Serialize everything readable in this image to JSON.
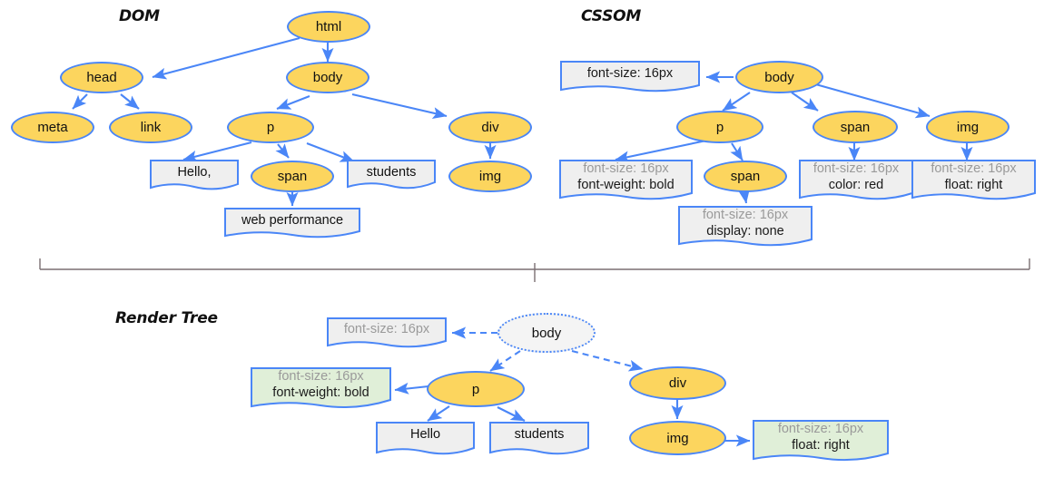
{
  "diagram": {
    "title_dom": "DOM",
    "title_cssom": "CSSOM",
    "title_render": "Render Tree",
    "colors": {
      "ellipse_fill": "#FCD55E",
      "edge": "#4a86f7",
      "box_fill": "#efefef",
      "box_fill_green": "#e0efd8",
      "inherited_text": "#9a9a9a",
      "declared_text": "#1a1a1a",
      "divider": "#7a6f72"
    }
  },
  "dom": {
    "title": "DOM",
    "nodes": {
      "html": "html",
      "head": "head",
      "body": "body",
      "meta": "meta",
      "link": "link",
      "p": "p",
      "div": "div",
      "span": "span",
      "img": "img",
      "text_hello": "Hello,",
      "text_students": "students",
      "text_web_performance": "web performance"
    }
  },
  "cssom": {
    "title": "CSSOM",
    "nodes": {
      "body": "body",
      "p": "p",
      "span_child": "span",
      "span_sibling": "span",
      "img": "img"
    },
    "rules": {
      "body": {
        "declared": "font-size: 16px"
      },
      "p": {
        "inherited": "font-size: 16px",
        "declared": "font-weight: bold"
      },
      "span_child": {
        "inherited": "font-size: 16px",
        "declared": "display: none"
      },
      "span_sibling": {
        "inherited": "font-size: 16px",
        "declared": "color: red"
      },
      "img": {
        "inherited": "font-size: 16px",
        "declared": "float: right"
      }
    }
  },
  "render_tree": {
    "title": "Render Tree",
    "nodes": {
      "body": "body",
      "p": "p",
      "div": "div",
      "img": "img",
      "text_hello": "Hello",
      "text_students": "students"
    },
    "rules": {
      "body": {
        "inherited": "font-size: 16px"
      },
      "p": {
        "inherited": "font-size: 16px",
        "declared": "font-weight: bold"
      },
      "img": {
        "inherited": "font-size: 16px",
        "declared": "float: right"
      }
    }
  }
}
